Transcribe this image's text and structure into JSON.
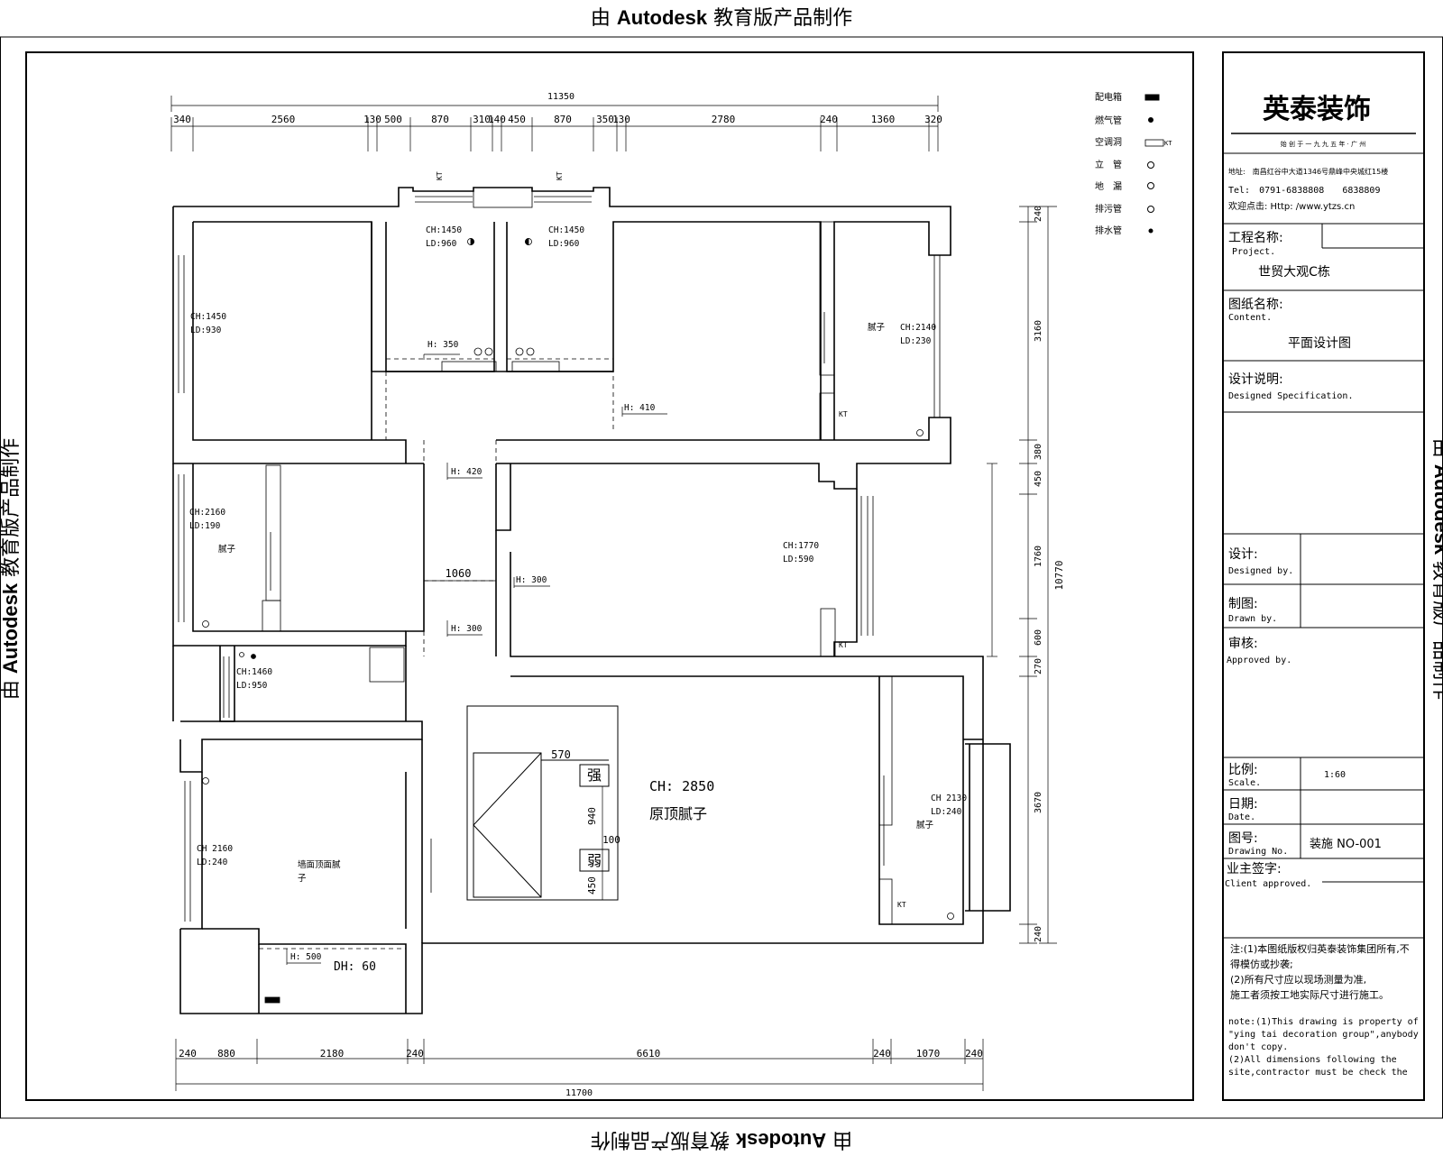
{
  "watermark": {
    "prefix": "由 ",
    "brand": "Autodesk",
    "suffix": " 教育版产品制作"
  },
  "plan": {
    "top_total": "11350",
    "top_dims": [
      "340",
      "2560",
      "130",
      "500",
      "870",
      "310",
      "140",
      "450",
      "870",
      "350",
      "130",
      "2780",
      "240",
      "1360",
      "320"
    ],
    "bottom_total": "11700",
    "bottom_dims": [
      "240",
      "880",
      "2180",
      "240",
      "6610",
      "240",
      "1070",
      "240"
    ],
    "right_total": "10770",
    "right_dims": [
      "240",
      "3160",
      "380",
      "450",
      "1760",
      "600",
      "270",
      "3670",
      "240"
    ],
    "inner_dims": {
      "corridor_width": "1060",
      "bed_width": "570",
      "bed_gap_940": "940",
      "bed_gap_100": "100",
      "bed_gap_450": "450"
    },
    "sockets": {
      "strong": "强",
      "weak": "弱"
    },
    "main_room": {
      "ch": "CH: 2850",
      "note": "原顶腻子"
    },
    "labels": [
      {
        "id": "r1",
        "lines": [
          "CH:1450",
          "LD:930"
        ]
      },
      {
        "id": "r2",
        "lines": [
          "CH:1450",
          "LD:960"
        ]
      },
      {
        "id": "r3",
        "lines": [
          "CH:1450",
          "LD:960"
        ]
      },
      {
        "id": "r4a",
        "lines": [
          "腻子"
        ]
      },
      {
        "id": "r4b",
        "lines": [
          "CH:2140",
          "LD:230"
        ]
      },
      {
        "id": "r5a",
        "lines": [
          "CH:2160",
          "LD:190"
        ]
      },
      {
        "id": "r5b",
        "lines": [
          "腻子"
        ]
      },
      {
        "id": "r6",
        "lines": [
          "CH:1770",
          "LD:590"
        ]
      },
      {
        "id": "r7",
        "lines": [
          "CH:1460",
          "LD:950"
        ]
      },
      {
        "id": "r8",
        "lines": [
          "CH 2160",
          "LD:240"
        ]
      },
      {
        "id": "r8b",
        "lines": [
          "墙面顶面腻",
          "子"
        ]
      },
      {
        "id": "r9a",
        "lines": [
          "CH 2130",
          "LD:240"
        ]
      },
      {
        "id": "r9b",
        "lines": [
          "腻子"
        ]
      },
      {
        "id": "dh",
        "lines": [
          "DH: 60"
        ]
      }
    ],
    "heights": [
      "H: 350",
      "H: 410",
      "H: 420",
      "H: 300",
      "H: 300",
      "H: 500"
    ],
    "kt": "KT"
  },
  "legend": [
    {
      "label": "配电箱",
      "icon": "distribution-box-icon"
    },
    {
      "label": "燃气管",
      "icon": "gas-pipe-icon"
    },
    {
      "label": "空调洞",
      "icon": "ac-hole-icon",
      "suffix": "KT"
    },
    {
      "label": "立　管",
      "icon": "riser-pipe-icon"
    },
    {
      "label": "地　漏",
      "icon": "floor-drain-icon"
    },
    {
      "label": "排污管",
      "icon": "sewage-pipe-icon"
    },
    {
      "label": "排水管",
      "icon": "drain-pipe-icon"
    }
  ],
  "title_block": {
    "logo_text": "英泰装饰",
    "slogan": "始 创 于 一 九 九 五 年 · 广 州",
    "address": "地址:　南昌红谷中大道1346号鼎峰中央城红15楼",
    "tel": "Tel:　0791-6838808　　6838809",
    "web": "欢迎点击: Http: /www.ytzs.cn",
    "project_label": "工程名称:",
    "project_label_en": "Project.",
    "project_value": "世贸大观C栋",
    "content_label": "图纸名称:",
    "content_label_en": "Content.",
    "content_value": "平面设计图",
    "spec_label": "设计说明:",
    "spec_label_en": "Designed Specification.",
    "designed_label": "设计:",
    "designed_label_en": "Designed by.",
    "drawn_label": "制图:",
    "drawn_label_en": "Drawn by.",
    "approved_label": "审核:",
    "approved_label_en": "Approved by.",
    "scale_label": "比例:",
    "scale_label_en": "Scale.",
    "scale_value": "1:60",
    "date_label": "日期:",
    "date_label_en": "Date.",
    "drawing_label": "图号:",
    "drawing_label_en": "Drawing No.",
    "drawing_value": "装施 NO-001",
    "client_label": "业主签字:",
    "client_label_en": "Client approved.",
    "notes_cn": [
      "注:(1)本图纸版权归英泰装饰集团所有,不",
      "得模仿或抄袭;",
      "(2)所有尺寸应以现场测量为准,",
      "施工者须按工地实际尺寸进行施工。"
    ],
    "notes_en": [
      "note:(1)This drawing is property of",
      "\"ying tai decoration group\",anybody",
      "don't copy.",
      "(2)All dimensions following the",
      "site,contractor must be check the"
    ]
  }
}
